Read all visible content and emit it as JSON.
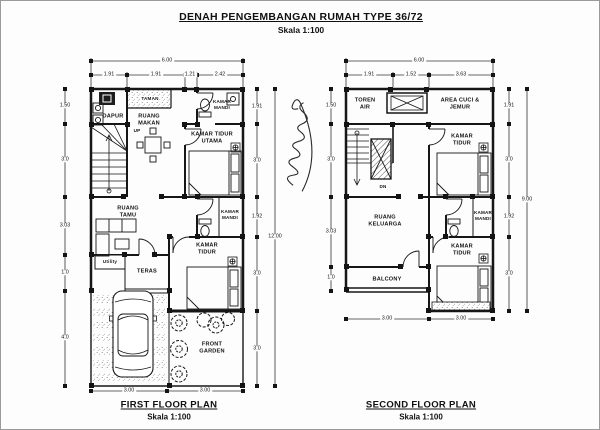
{
  "sheet": {
    "title": "DENAH PENGEMBANGAN RUMAH TYPE 36/72",
    "scale": "Skala 1:100"
  },
  "first_floor": {
    "title": "FIRST FLOOR PLAN",
    "scale": "Skala 1:100",
    "rooms": {
      "dapur": "DAPUR",
      "taman": "TAMAN",
      "kamar_mandi_atas": "KAMAR\nMANDI",
      "ruang_makan": "RUANG\nMAKAN",
      "up": "UP",
      "kamar_tidur_utama": "KAMAR TIDUR\nUTAMA",
      "ruang_tamu": "RUANG\nTAMU",
      "kamar_mandi_tengah": "KAMAR\nMANDI",
      "kamar_tidur": "KAMAR\nTIDUR",
      "utility": "Utility",
      "teras": "TERAS",
      "front_garden": "FRONT\nGARDEN"
    },
    "dims": {
      "top_total": "6.00",
      "top": [
        "1.91",
        "1.91",
        "1.21",
        "2.42"
      ],
      "left": [
        "1.50",
        "3.0",
        "3.03",
        "1.0",
        "4.0"
      ],
      "right": [
        "1.91",
        "3.0",
        "1.92",
        "3.0",
        "3.0"
      ],
      "right_total": "12.00",
      "bottom": [
        "3.00",
        "3.00"
      ]
    }
  },
  "second_floor": {
    "title": "SECOND FLOOR PLAN",
    "scale": "Skala 1:100",
    "rooms": {
      "toren_air": "TOREN\nAIR",
      "area_cuci_jemur": "AREA CUCI &\nJEMUR",
      "kamar_tidur_1": "KAMAR\nTIDUR",
      "dn": "DN",
      "ruang_keluarga": "RUANG\nKELUARGA",
      "kamar_mandi": "KAMAR\nMANDI",
      "kamar_tidur_2": "KAMAR\nTIDUR",
      "balcony": "BALCONY"
    },
    "dims": {
      "top_total": "6.00",
      "top": [
        "1.91",
        "1.52",
        "3.63"
      ],
      "left": [
        "1.50",
        "3.0",
        "3.03",
        "1.0"
      ],
      "right": [
        "1.91",
        "3.0",
        "1.92",
        "3.0"
      ],
      "right_total": "9.00",
      "bottom": [
        "3.00",
        "3.00"
      ]
    }
  }
}
